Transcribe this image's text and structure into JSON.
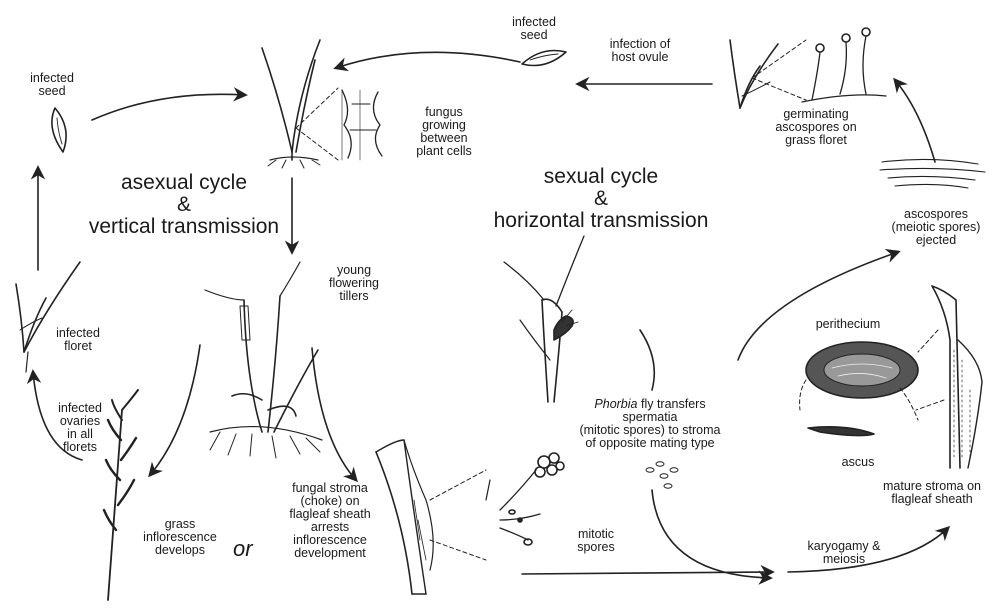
{
  "cycles": {
    "asexual": "asexual cycle\n&\nvertical transmission",
    "sexual": "sexual cycle\n&\nhorizontal transmission"
  },
  "labels": {
    "infected_seed_left": "infected\nseed",
    "infected_seed_top": "infected\nseed",
    "infection_host_ovule": "infection of\nhost ovule",
    "germinating_ascospores": "germinating\nascospores on\ngrass floret",
    "fungus_growing": "fungus\ngrowing\nbetween\nplant cells",
    "infected_floret": "infected\nfloret",
    "young_tillers": "young\nflowering\ntillers",
    "ascospores_ejected": "ascospores\n(meiotic spores)\nejected",
    "perithecium": "perithecium",
    "infected_ovaries": "infected\novaries\nin all\nflorets",
    "phorbia_italic": "Phorbia",
    "phorbia_rest": " fly transfers\nspermatia\n(mitotic spores) to stroma\nof opposite mating type",
    "ascus": "ascus",
    "mature_stroma": "mature stroma on\nflagleaf sheath",
    "grass_inflorescence": "grass\ninflorescence\ndevelops",
    "or_word": "or",
    "fungal_stroma": "fungal stroma\n(choke) on\nflagleaf sheath\narrests\ninflorescence\ndevelopment",
    "mitotic_spores": "mitotic\nspores",
    "karyogamy": "karyogamy &\nmeiosis"
  }
}
